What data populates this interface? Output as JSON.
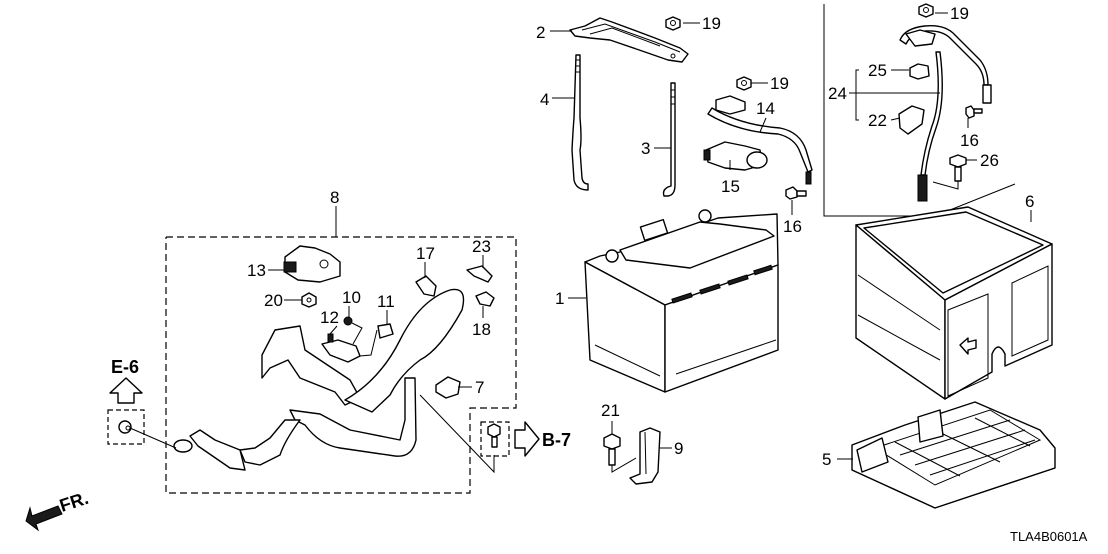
{
  "diagram": {
    "title": "Battery parts diagram",
    "code": "TLA4B0601A",
    "front_indicator": "FR.",
    "references": [
      {
        "id": "E-6",
        "label": "E-6"
      },
      {
        "id": "B-7",
        "label": "B-7"
      }
    ],
    "callouts": {
      "c1": "1",
      "c2": "2",
      "c3": "3",
      "c4": "4",
      "c5": "5",
      "c6": "6",
      "c7": "7",
      "c8": "8",
      "c9": "9",
      "c10": "10",
      "c11": "11",
      "c12": "12",
      "c13": "13",
      "c14": "14",
      "c15": "15",
      "c16a": "16",
      "c16b": "16",
      "c17": "17",
      "c18": "18",
      "c19a": "19",
      "c19b": "19",
      "c19c": "19",
      "c20": "20",
      "c21": "21",
      "c22": "22",
      "c23": "23",
      "c24": "24",
      "c25": "25",
      "c26": "26"
    }
  }
}
